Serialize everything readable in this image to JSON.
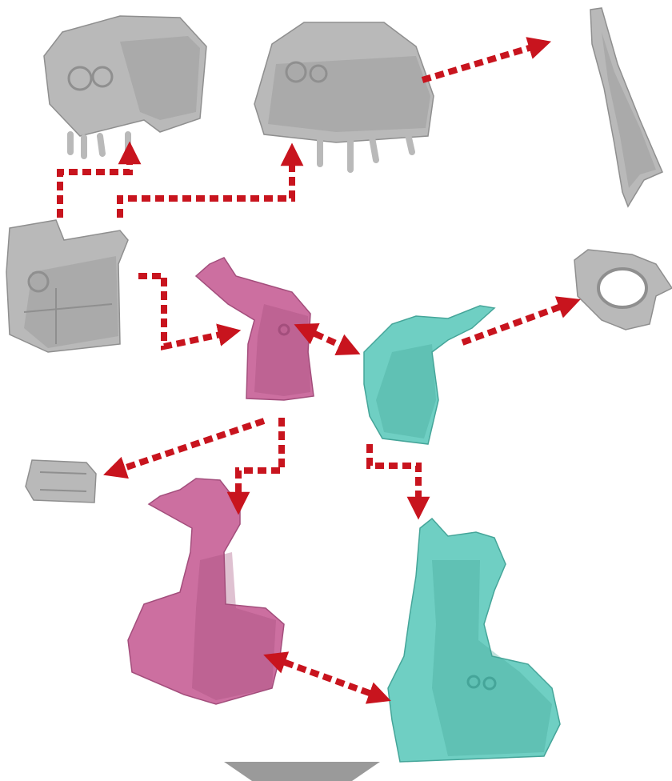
{
  "diagram": {
    "type": "exploded-parts-assembly",
    "colors": {
      "arrow": "#c8141e",
      "part_gray": "#b9b9b9",
      "part_gray_dark": "#8f8f8f",
      "part_pink": "#cc6fa0",
      "part_pink_dark": "#a34e7c",
      "part_teal": "#6fcfc3",
      "part_teal_dark": "#45a599",
      "next_marker": "#9a9a9a"
    },
    "parts": [
      {
        "id": "helmet-open",
        "color": "gray"
      },
      {
        "id": "helmet-closed",
        "color": "gray"
      },
      {
        "id": "fin",
        "color": "gray"
      },
      {
        "id": "core-block",
        "color": "gray"
      },
      {
        "id": "arm-upper-pink",
        "color": "pink"
      },
      {
        "id": "arm-upper-teal",
        "color": "teal"
      },
      {
        "id": "ring-clip",
        "color": "gray"
      },
      {
        "id": "small-plate",
        "color": "gray"
      },
      {
        "id": "leg-pink",
        "color": "pink"
      },
      {
        "id": "leg-teal",
        "color": "teal"
      }
    ],
    "connections": [
      {
        "from": "core-block",
        "to": "helmet-open",
        "style": "dashed-arrow"
      },
      {
        "from": "core-block",
        "to": "helmet-closed",
        "style": "dashed-arrow"
      },
      {
        "from": "helmet-closed",
        "to": "fin",
        "style": "dashed-arrow"
      },
      {
        "from": "core-block",
        "to": "arm-upper-pink",
        "style": "dashed-arrow"
      },
      {
        "from": "arm-upper-pink",
        "to": "arm-upper-teal",
        "style": "dashed-double-arrow"
      },
      {
        "from": "arm-upper-teal",
        "to": "ring-clip",
        "style": "dashed-arrow"
      },
      {
        "from": "arm-upper-pink",
        "to": "small-plate",
        "style": "dashed-arrow"
      },
      {
        "from": "arm-upper-pink",
        "to": "leg-pink",
        "style": "dashed-arrow"
      },
      {
        "from": "arm-upper-teal",
        "to": "leg-teal",
        "style": "dashed-arrow"
      },
      {
        "from": "leg-pink",
        "to": "leg-teal",
        "style": "dashed-double-arrow"
      }
    ],
    "next_step_marker": "down-chevron"
  }
}
